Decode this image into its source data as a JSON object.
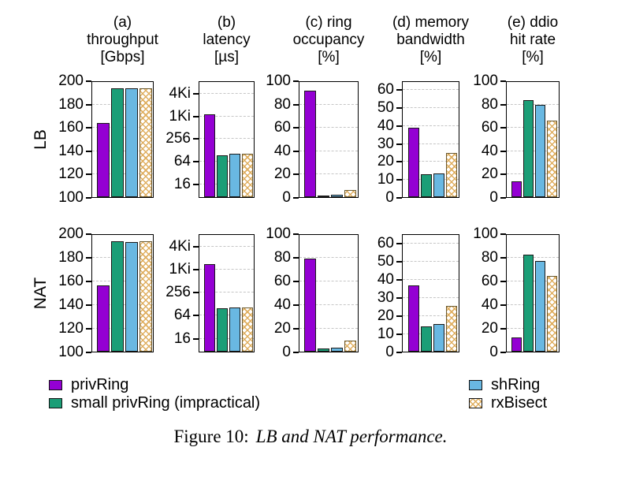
{
  "figure": {
    "caption_prefix": "Figure 10:",
    "caption_text": "LB and NAT performance."
  },
  "legend": {
    "items": [
      {
        "label": "privRing",
        "color": "#9400d3",
        "fill": "solid"
      },
      {
        "label": "small privRing (impractical)",
        "color": "#1b9e77",
        "fill": "solid"
      },
      {
        "label": "shRing",
        "color": "#69b8e2",
        "fill": "solid"
      },
      {
        "label": "rxBisect",
        "color": "#dfae5f",
        "fill": "hatch"
      }
    ]
  },
  "chart_data": {
    "type": "bar",
    "rows": [
      "LB",
      "NAT"
    ],
    "series": [
      "privRing",
      "small privRing (impractical)",
      "shRing",
      "rxBisect"
    ],
    "series_colors": [
      "#9400d3",
      "#1b9e77",
      "#69b8e2",
      "#dfae5f"
    ],
    "series_fills": [
      "solid",
      "solid",
      "solid",
      "hatch"
    ],
    "grid": "dashed horizontal at y-ticks",
    "legend_position": "below",
    "columns": [
      {
        "id": "a",
        "title_lines": [
          "(a)",
          "throughput",
          "[Gbps]"
        ],
        "scale": "linear",
        "ymin": 100,
        "ymax": 200,
        "yticks": [
          100,
          120,
          140,
          160,
          180,
          200
        ],
        "ytick_labels": [
          "100",
          "120",
          "140",
          "160",
          "180",
          "200"
        ],
        "values": {
          "LB": [
            165,
            195,
            195.5,
            195
          ],
          "NAT": [
            157,
            195,
            194.5,
            195
          ]
        }
      },
      {
        "id": "b",
        "title_lines": [
          "(b)",
          "latency",
          "[µs]"
        ],
        "scale": "log",
        "ymin": 7,
        "ymax": 8800,
        "yticks": [
          16,
          64,
          256,
          1024,
          4096
        ],
        "ytick_labels": [
          "16",
          "64",
          "256",
          "1Ki",
          "4Ki"
        ],
        "values": {
          "LB": [
            1200,
            95,
            105,
            105
          ],
          "NAT": [
            1500,
            100,
            105,
            105
          ]
        }
      },
      {
        "id": "c",
        "title_lines": [
          "(c) ring",
          "occupancy",
          "[%]"
        ],
        "scale": "linear",
        "ymin": 0,
        "ymax": 100,
        "yticks": [
          0,
          20,
          40,
          60,
          80,
          100
        ],
        "ytick_labels": [
          "0",
          "20",
          "40",
          "60",
          "80",
          "100"
        ],
        "values": {
          "LB": [
            93,
            1.5,
            2,
            6.5
          ],
          "NAT": [
            80,
            2.5,
            3.5,
            9.5
          ]
        }
      },
      {
        "id": "d",
        "title_lines": [
          "(d) memory",
          "bandwidth",
          "[%]"
        ],
        "scale": "linear",
        "ymin": 0,
        "ymax": 65,
        "yticks": [
          0,
          10,
          20,
          30,
          40,
          50,
          60
        ],
        "ytick_labels": [
          "0",
          "10",
          "20",
          "30",
          "40",
          "50",
          "60"
        ],
        "values": {
          "LB": [
            39.5,
            13,
            13.5,
            25
          ],
          "NAT": [
            37,
            14,
            15.5,
            25.5
          ]
        }
      },
      {
        "id": "e",
        "title_lines": [
          "(e) ddio",
          "hit rate",
          "[%]"
        ],
        "scale": "linear",
        "ymin": 0,
        "ymax": 100,
        "yticks": [
          0,
          20,
          40,
          60,
          80,
          100
        ],
        "ytick_labels": [
          "0",
          "20",
          "40",
          "60",
          "80",
          "100"
        ],
        "values": {
          "LB": [
            14,
            85,
            81,
            67
          ],
          "NAT": [
            12,
            84,
            78,
            65
          ]
        }
      }
    ]
  }
}
